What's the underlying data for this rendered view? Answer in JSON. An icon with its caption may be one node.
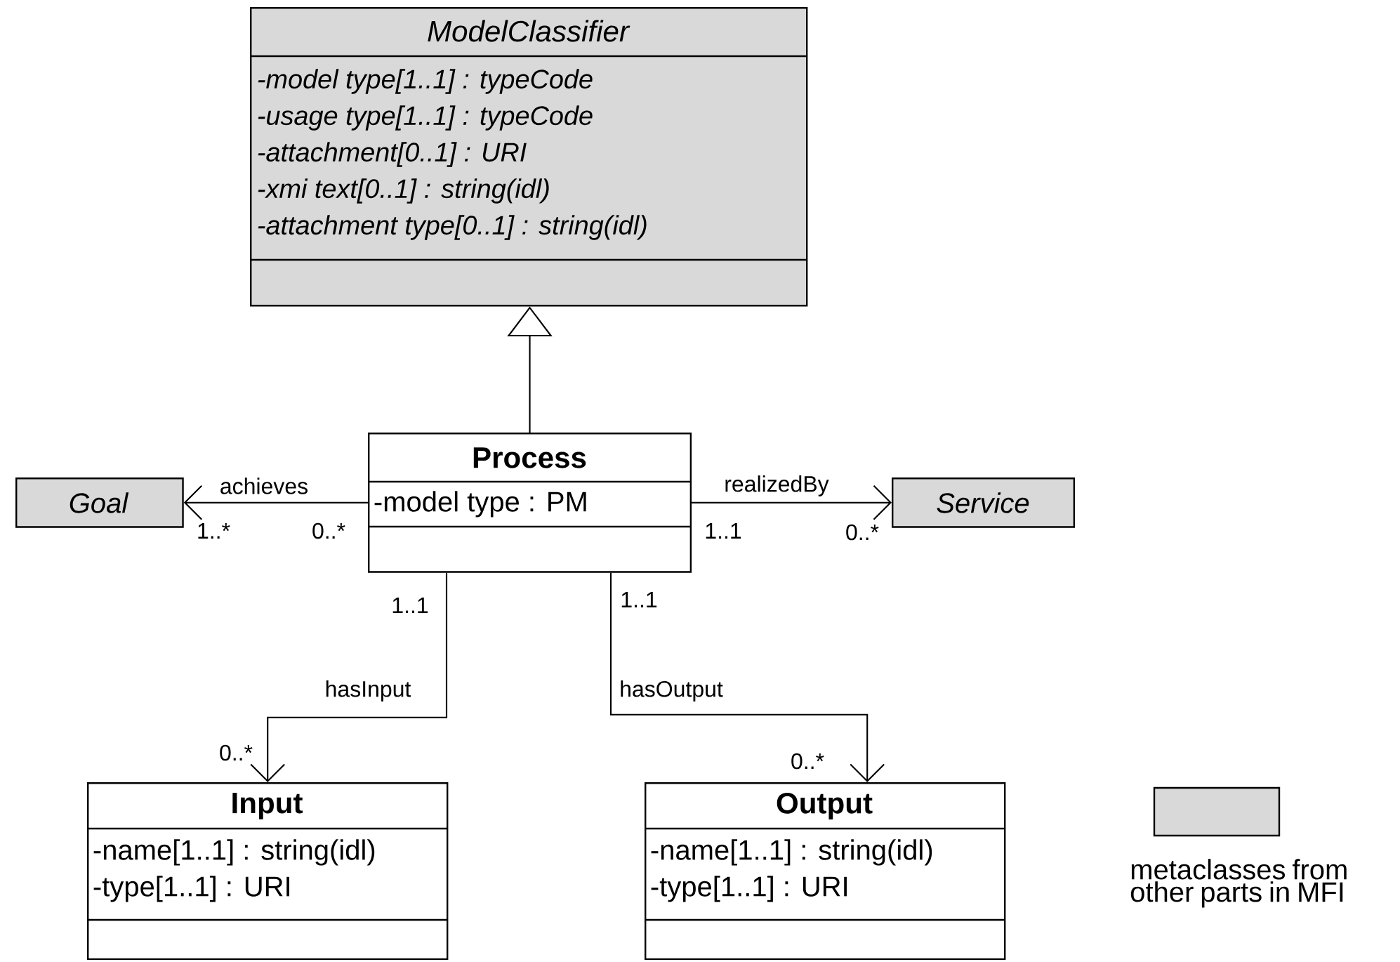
{
  "diagram": {
    "nodes": [
      {
        "text": [
          "ModelClassifier",
          "-model type[1..1] : typeCode",
          "-usage type[1..1] : typeCode",
          "-attachment[0..1] : URI",
          "-xmi text[0..1] : string(idl)",
          "-attachment type[0..1] : string(idl)"
        ]
      },
      {
        "text": [
          "Process",
          "-model type : PM"
        ]
      },
      {
        "text": [
          "Goal"
        ]
      },
      {
        "text": [
          "Service"
        ]
      },
      {
        "text": [
          "Input",
          "-name[1..1] : string(idl)",
          "-type[1..1] : URI"
        ]
      },
      {
        "text": [
          "Output",
          "-name[1..1] : string(idl)",
          "-type[1..1] : URI"
        ]
      }
    ],
    "edges": [
      {
        "from": 1,
        "to": 0,
        "arrow": "to"
      },
      {
        "from": 1,
        "to": 2,
        "arrow": "to",
        "label": "achieves"
      },
      {
        "from": 1,
        "to": 3,
        "arrow": "to",
        "label": "realizedBy"
      },
      {
        "from": 1,
        "to": 4,
        "arrow": "to",
        "label": "hasInput"
      },
      {
        "from": 1,
        "to": 5,
        "arrow": "to",
        "label": "hasOutput"
      }
    ],
    "labels": [
      "1..*",
      "0..*",
      "1..1",
      "0..*",
      "1..1",
      "1..1",
      "0..*",
      "0..*"
    ],
    "legend": [
      {
        "text": "metaclasses from other parts in MFI",
        "color": "#d9d9d9"
      }
    ]
  }
}
